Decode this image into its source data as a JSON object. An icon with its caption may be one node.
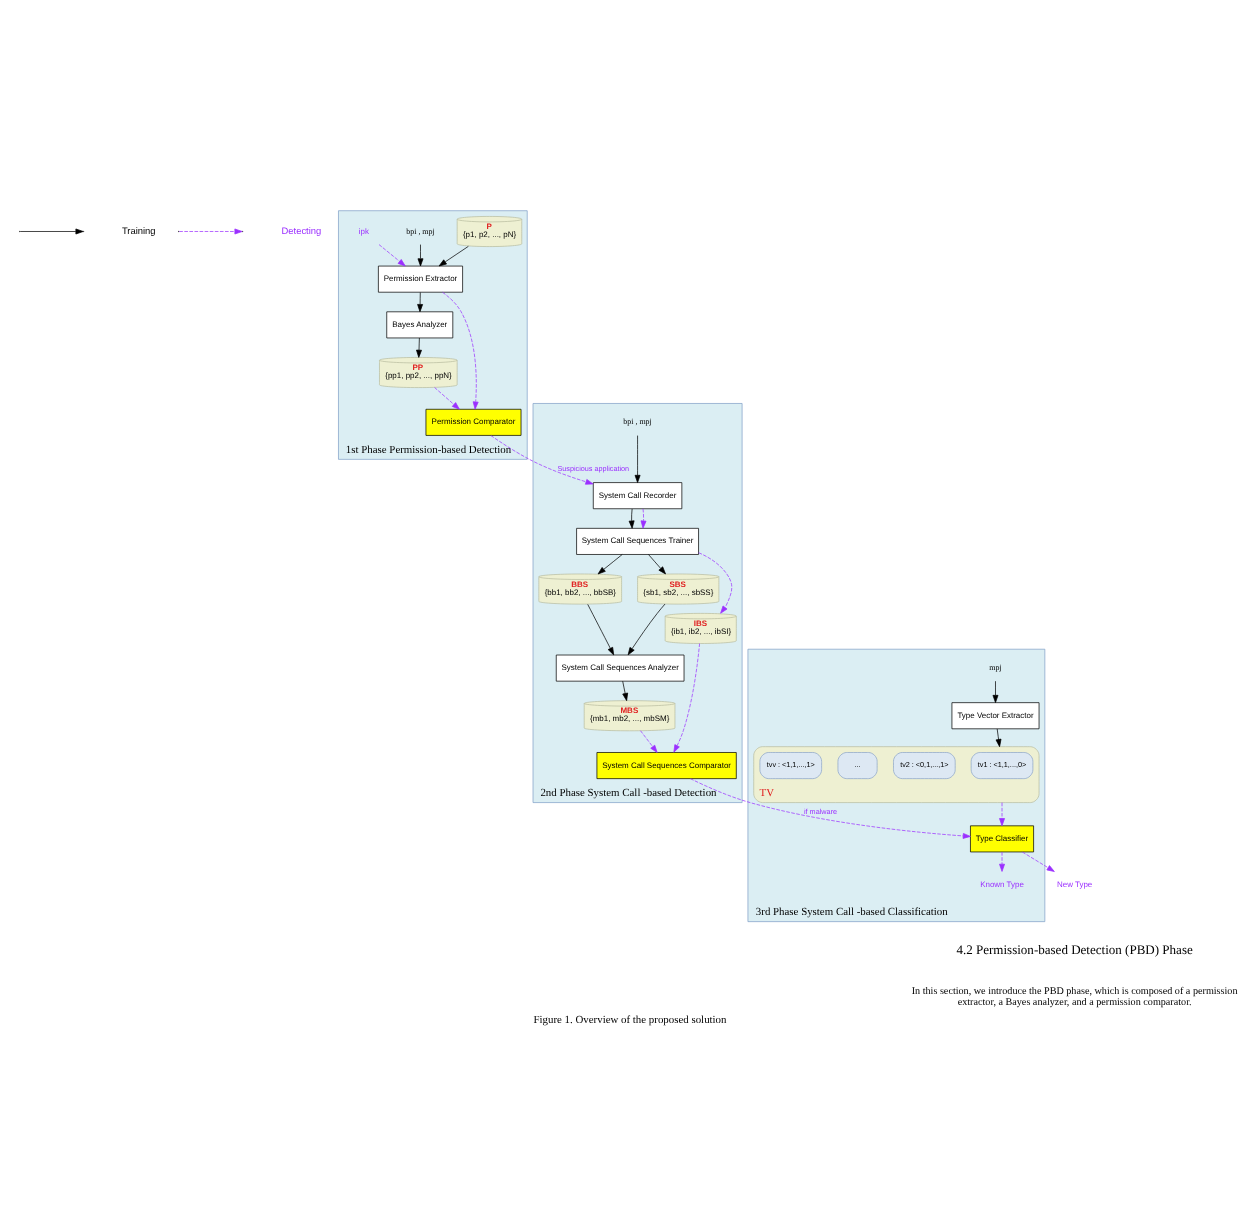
{
  "diagram": {
    "caption": "Figure 1. Overview of the proposed solution",
    "nodes": [
      {
        "text": [
          "1st Phase Permission-based Detection"
        ]
      },
      {
        "text": [
          "P",
          "{p1, p2, ..., pN}"
        ],
        "in": 0
      },
      {
        "text": [
          "bpi , mpj"
        ],
        "in": 0
      },
      {
        "text": [
          "ipk"
        ],
        "in": 0
      },
      {
        "text": [
          "Permission Extractor"
        ],
        "in": 0
      },
      {
        "text": [
          "Bayes Analyzer"
        ],
        "in": 0
      },
      {
        "text": [
          "Permission Comparator"
        ],
        "in": 0
      },
      {
        "text": [
          "PP",
          "{pp1, pp2, ..., ppN}"
        ],
        "in": 0
      },
      {
        "text": [
          "2nd Phase System Call -based Detection"
        ]
      },
      {
        "text": [
          "System Call Recorder"
        ],
        "in": 8
      },
      {
        "text": [
          "System Call Sequences Trainer"
        ],
        "in": 8
      },
      {
        "text": [
          "BBS",
          "{bb1, bb2, ..., bbSB}"
        ],
        "in": 8
      },
      {
        "text": [
          "SBS",
          "{sb1, sb2, ..., sbSS}"
        ],
        "in": 8
      },
      {
        "text": [
          "System Call Sequences Analyzer"
        ],
        "in": 8
      },
      {
        "text": [
          "bpi , mpj"
        ],
        "in": 8
      },
      {
        "text": [
          "IBS",
          "{ib1, ib2, ..., ibSI}"
        ],
        "in": 8
      },
      {
        "text": [
          "System Call Sequences Comparator"
        ],
        "in": 8
      },
      {
        "text": [
          "MBS",
          "{mb1, mb2, ..., mbSM}"
        ],
        "in": 8
      },
      {
        "text": [
          "3rd Phase System Call -based Classification"
        ]
      },
      {
        "text": [
          "mpj"
        ],
        "in": 18
      },
      {
        "text": [
          "Type Vector Extractor"
        ],
        "in": 18
      },
      {
        "text": [
          "TV"
        ],
        "in": 18
      },
      {
        "text": [
          "tv1 : <1,1,...,0>"
        ],
        "in": 21
      },
      {
        "text": [
          "tv2 : <0,1,...,1>"
        ],
        "in": 21
      },
      {
        "text": [
          "..."
        ],
        "in": 21
      },
      {
        "text": [
          "tvv : <1,1,...,1>"
        ],
        "in": 21
      },
      {
        "text": [
          "Type Classifier"
        ],
        "in": 18
      },
      {
        "text": [
          "Known Type"
        ],
        "in": 18
      },
      {
        "text": [
          "New Type"
        ]
      }
    ],
    "edges": [
      {
        "from": 1,
        "to": 4,
        "arrow": "to"
      },
      {
        "from": 2,
        "to": 4,
        "arrow": "to"
      },
      {
        "from": 3,
        "to": 4,
        "arrow": "to",
        "style": "dashed",
        "color": "#9b30ff"
      },
      {
        "from": 4,
        "to": 5,
        "arrow": "to"
      },
      {
        "from": 5,
        "to": 7,
        "arrow": "to"
      },
      {
        "from": 4,
        "to": 6,
        "arrow": "to",
        "style": "dashed",
        "color": "#9b30ff"
      },
      {
        "from": 7,
        "to": 6,
        "arrow": "to",
        "style": "dashed",
        "color": "#9b30ff"
      },
      {
        "from": 6,
        "to": 9,
        "arrow": "to",
        "label": "Suspicious application",
        "style": "dashed",
        "color": "#9b30ff"
      },
      {
        "from": 9,
        "to": 10,
        "arrow": "to"
      },
      {
        "from": 9,
        "to": 10,
        "arrow": "to",
        "style": "dashed",
        "color": "#9b30ff"
      },
      {
        "from": 14,
        "to": 9,
        "arrow": "to"
      },
      {
        "from": 10,
        "to": 11,
        "arrow": "to"
      },
      {
        "from": 10,
        "to": 12,
        "arrow": "to"
      },
      {
        "from": 11,
        "to": 13,
        "arrow": "to"
      },
      {
        "from": 12,
        "to": 13,
        "arrow": "to"
      },
      {
        "from": 10,
        "to": 15,
        "arrow": "to",
        "style": "dashed",
        "color": "#9b30ff"
      },
      {
        "from": 15,
        "to": 16,
        "arrow": "to",
        "style": "dashed",
        "color": "#9b30ff"
      },
      {
        "from": 13,
        "to": 17,
        "arrow": "to"
      },
      {
        "from": 17,
        "to": 16,
        "arrow": "to",
        "style": "dashed",
        "color": "#9b30ff"
      },
      {
        "from": 16,
        "to": 26,
        "arrow": "to",
        "label": "if malware",
        "style": "dashed",
        "color": "#9b30ff"
      },
      {
        "from": 19,
        "to": 20,
        "arrow": "to"
      },
      {
        "from": 20,
        "to": 21,
        "arrow": "to"
      },
      {
        "from": 21,
        "to": 26,
        "arrow": "to",
        "style": "dashed",
        "color": "#9b30ff"
      },
      {
        "from": 26,
        "to": 27,
        "arrow": "to",
        "style": "dashed",
        "color": "#9b30ff"
      },
      {
        "from": 26,
        "to": 28,
        "arrow": "to",
        "style": "dashed",
        "color": "#9b30ff"
      }
    ],
    "labels": [
      "4.2 Permission-based Detection (PBD) Phase",
      "In this section, we introduce the PBD phase, which is composed of a permission extractor, a Bayes analyzer, and a permission comparator."
    ],
    "legend": [
      {
        "text": "Training"
      },
      {
        "text": "Detecting"
      }
    ]
  }
}
